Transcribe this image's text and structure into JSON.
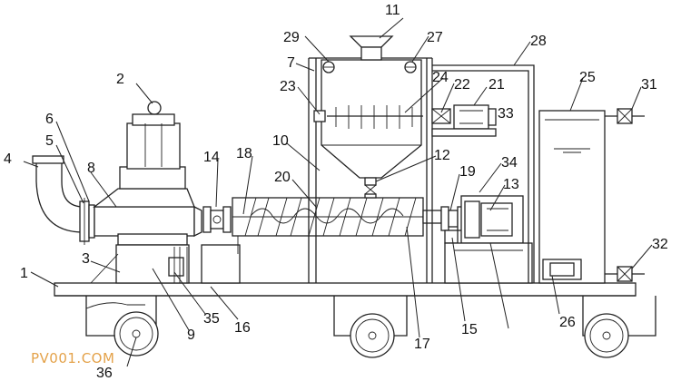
{
  "watermark": "PV001.COM",
  "labels": {
    "l1": "1",
    "l2": "2",
    "l3": "3",
    "l4": "4",
    "l5": "5",
    "l6": "6",
    "l7": "7",
    "l8": "8",
    "l9": "9",
    "l10": "10",
    "l11": "11",
    "l12": "12",
    "l13": "13",
    "l14": "14",
    "l15": "15",
    "l16": "16",
    "l17": "17",
    "l18": "18",
    "l19": "19",
    "l20": "20",
    "l21": "21",
    "l22": "22",
    "l23": "23",
    "l24": "24",
    "l25": "25",
    "l26": "26",
    "l27": "27",
    "l28": "28",
    "l29": "29",
    "l31": "31",
    "l32": "32",
    "l33": "33",
    "l34": "34",
    "l35": "35",
    "l36": "36"
  }
}
